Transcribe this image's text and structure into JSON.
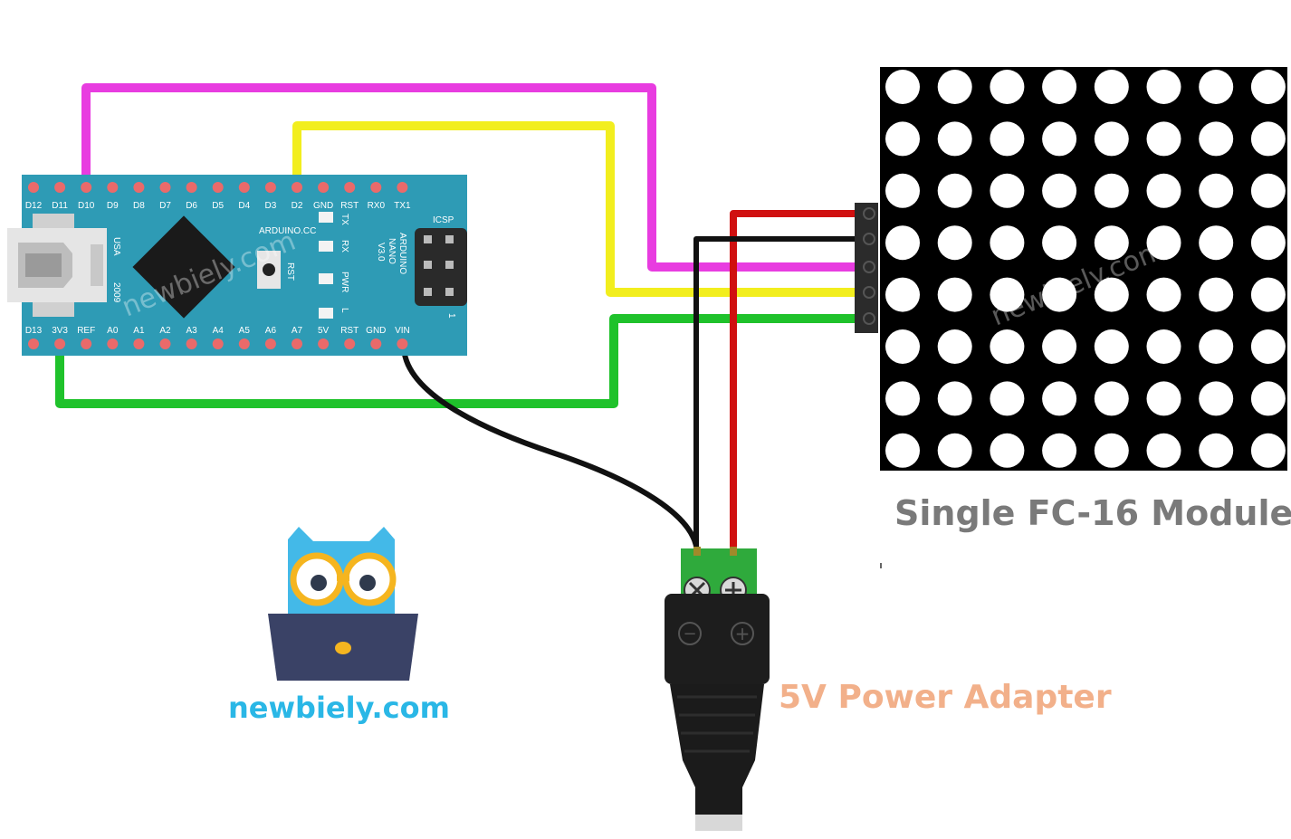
{
  "board": {
    "top_pins": [
      "D12",
      "D11",
      "D10",
      "D9",
      "D8",
      "D7",
      "D6",
      "D5",
      "D4",
      "D3",
      "D2",
      "GND",
      "RST",
      "RX0",
      "TX1"
    ],
    "bottom_pins": [
      "D13",
      "3V3",
      "REF",
      "A0",
      "A1",
      "A2",
      "A3",
      "A4",
      "A5",
      "A6",
      "A7",
      "5V",
      "RST",
      "GND",
      "VIN"
    ],
    "icsp": "ICSP",
    "usa": "USA",
    "year": "2009",
    "arduino_cc": "ARDUINO.CC",
    "rst": "RST",
    "model_line1": "ARDUINO",
    "model_line2": "NANO",
    "model_line3": "V3.0",
    "led_tx": "TX",
    "led_rx": "RX",
    "led_pwr": "PWR",
    "led_l": "L",
    "icsp_pin1": "1"
  },
  "module": {
    "label": "Single FC-16 Module",
    "rows": 8,
    "cols": 8
  },
  "power": {
    "label": "5V Power Adapter",
    "minus": "−",
    "plus": "+"
  },
  "brand": {
    "label": "newbiely.com",
    "watermark": "newbiely.com"
  },
  "colors": {
    "board": "#2e9bb5",
    "wire_magenta": "#e83ce0",
    "wire_yellow": "#f2ee1e",
    "wire_green": "#1fc22b",
    "wire_red": "#d01010",
    "wire_black": "#111111",
    "terminal": "#2faa3c"
  }
}
